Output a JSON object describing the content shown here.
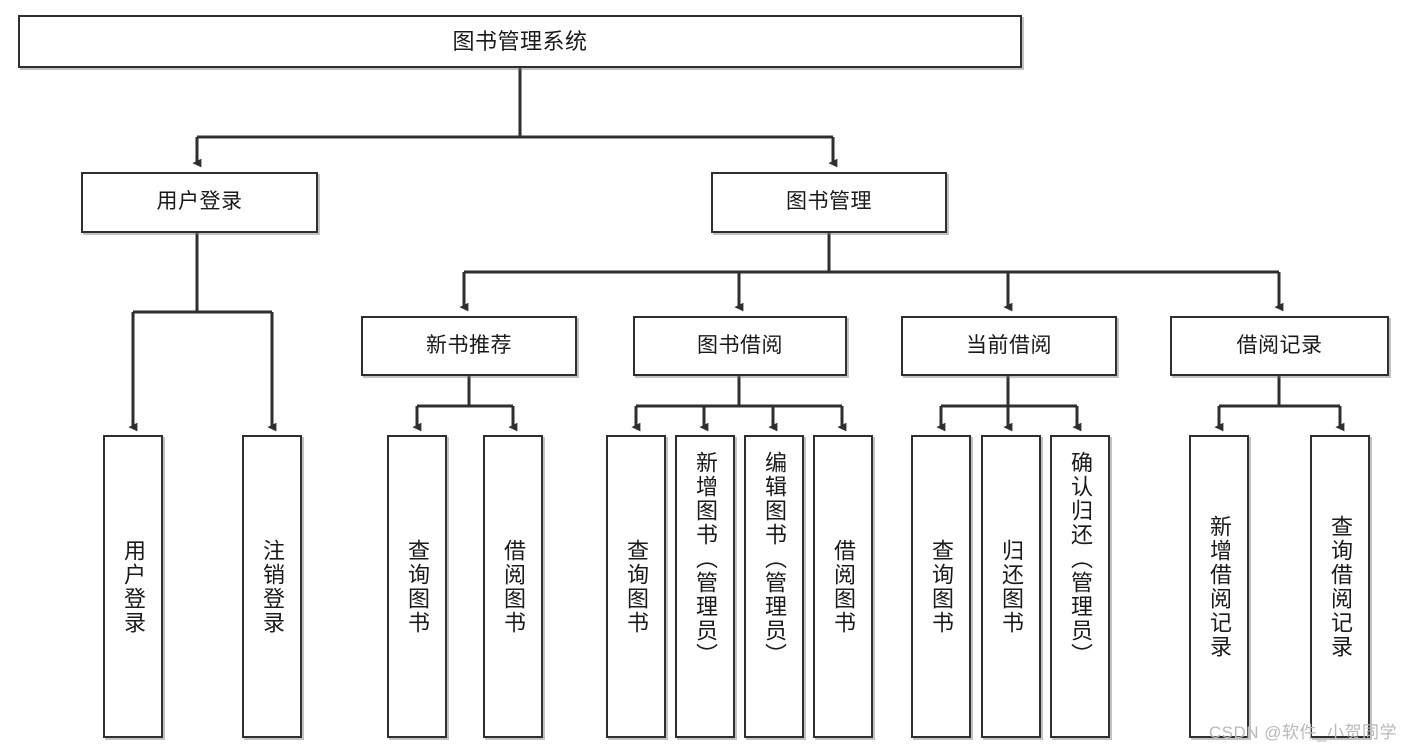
{
  "diagram": {
    "title": "图书管理系统",
    "watermark": "CSDN @软件_小贺同学",
    "colors": {
      "border": "#2f2f2f",
      "fill": "#ffffff",
      "text": "#1a1a1a",
      "wire": "#2f2f2f",
      "watermark": "#b9b9b9"
    },
    "nodes": {
      "root": "图书管理系统",
      "user_login": "用户登录",
      "book_manage": "图书管理",
      "new_book_rec": "新书推荐",
      "book_borrow": "图书借阅",
      "current_borrow": "当前借阅",
      "borrow_record": "借阅记录",
      "leaf_user_login": "用户登录",
      "leaf_logout": "注销登录",
      "leaf_query_book_1": "查询图书",
      "leaf_borrow_book_1": "借阅图书",
      "leaf_query_book_2": "查询图书",
      "leaf_add_book_admin": "新增图书（管理员）",
      "leaf_edit_book_admin": "编辑图书（管理员）",
      "leaf_borrow_book_2": "借阅图书",
      "leaf_query_book_3": "查询图书",
      "leaf_return_book": "归还图书",
      "leaf_confirm_return_admin": "确认归还（管理员）",
      "leaf_add_record": "新增借阅记录",
      "leaf_query_record": "查询借阅记录"
    }
  }
}
